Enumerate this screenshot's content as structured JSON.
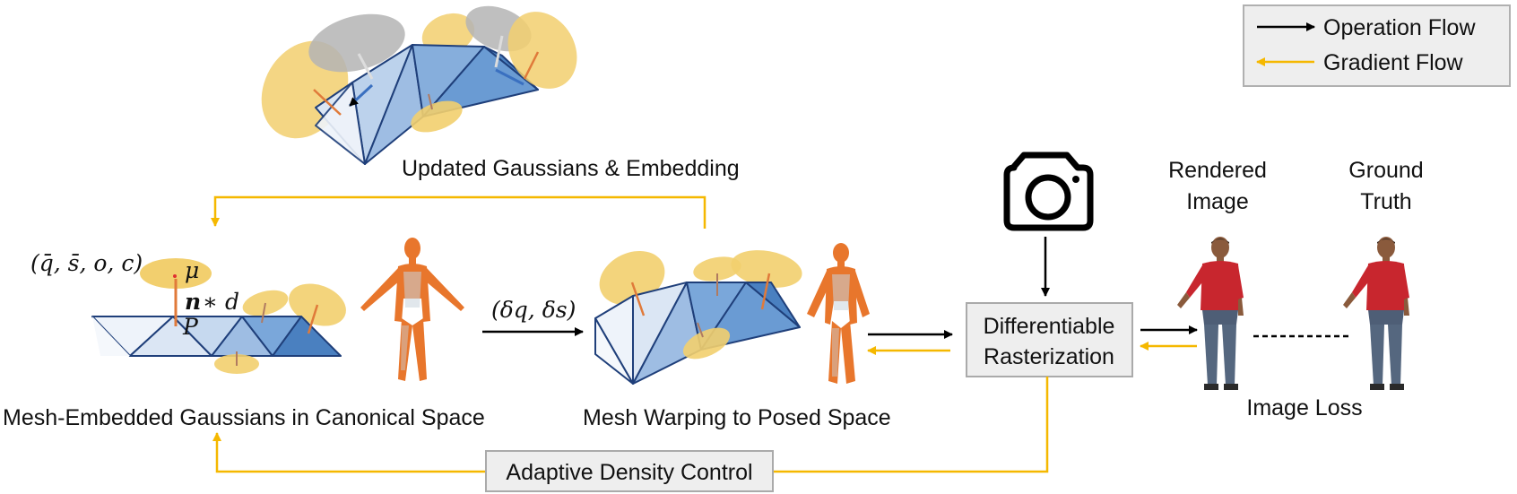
{
  "legend": {
    "operation_label": "Operation Flow",
    "gradient_label": "Gradient Flow",
    "operation_color": "#000000",
    "gradient_color": "#f5b800"
  },
  "labels": {
    "updated": "Updated Gaussians & Embedding",
    "canonical": "Mesh-Embedded Gaussians in Canonical Space",
    "posed": "Mesh Warping to Posed Space",
    "rendered_line1": "Rendered",
    "rendered_line2": "Image",
    "ground_line1": "Ground",
    "ground_line2": "Truth",
    "image_loss": "Image Loss"
  },
  "boxes": {
    "rasterization_line1": "Differentiable",
    "rasterization_line2": "Rasterization",
    "density": "Adaptive Density Control"
  },
  "math": {
    "params": "(q̄, s̄, o, c)",
    "mu": "μ",
    "n": "n",
    "times_d": "∗ d",
    "P": "P",
    "delta": "(δq, δs)"
  },
  "colors": {
    "gaussian": "#f2cf6e",
    "gaussian_gray": "#b4b4b4",
    "mesh_light": "#dbe6f4",
    "mesh_mid": "#9ebde3",
    "mesh_dark": "#4a80c0",
    "point_cloud": "#e8762c",
    "shirt": "#c8262e",
    "jeans": "#55677f"
  },
  "icons": [
    "camera-icon",
    "human-point-cloud-icon",
    "person-figure-icon"
  ]
}
